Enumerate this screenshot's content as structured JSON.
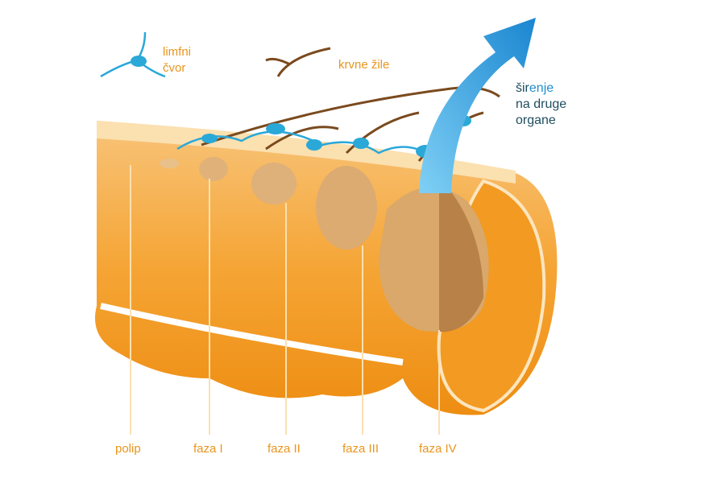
{
  "labels": {
    "lymph_node": [
      "limfni",
      "čvor"
    ],
    "blood_vessels": "krvne žile",
    "spread_part1": "šir",
    "spread_part2": "enje",
    "spread_line2": "na druge",
    "spread_line3": "organe"
  },
  "stages": [
    "polip",
    "faza I",
    "faza II",
    "faza III",
    "faza IV"
  ],
  "colors": {
    "tissue": "#f29a1f",
    "tissue_light": "#f8c47a",
    "label": "#e8951e",
    "lymph": "#2aa8d8",
    "vessel": "#7a4a1e",
    "tumor": "#d9a86a",
    "arrow": "#2196d9"
  }
}
